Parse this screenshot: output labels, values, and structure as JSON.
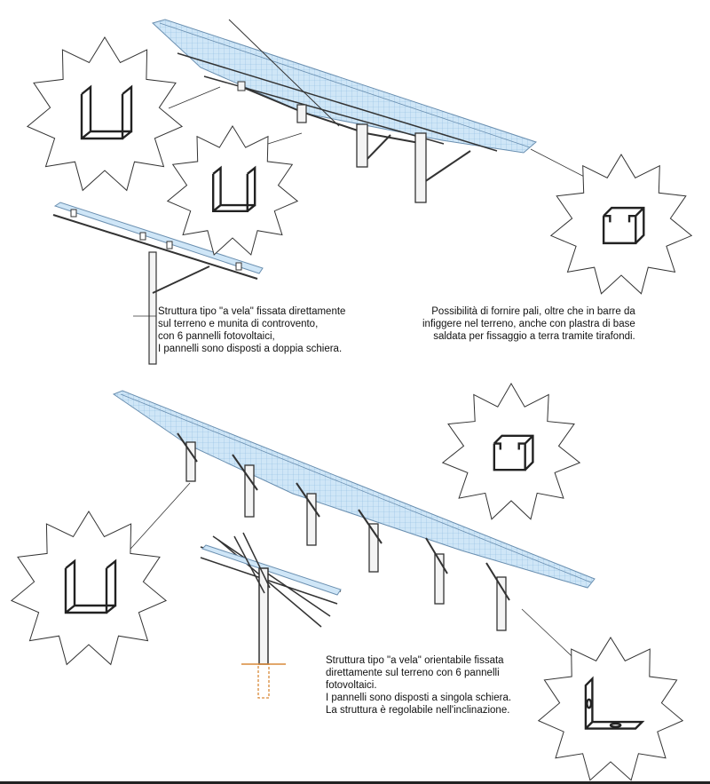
{
  "captions": {
    "top_left": [
      "Struttura tipo \"a vela\" fissata direttamente",
      "sul terreno e munita di controvento,",
      "con 6 pannelli fotovoltaici,",
      "I pannelli sono disposti a doppia schiera."
    ],
    "top_right": [
      "Possibilità di fornire pali, oltre che in barre da",
      "infiggere nel terreno, anche con plastra di base",
      "saldata per fissaggio a terra tramite tirafondi."
    ],
    "bottom": [
      "Struttura tipo \"a vela\" orientabile fissata",
      "direttamente sul terreno con 6 pannelli",
      "fotovoltaici.",
      "I pannelli sono disposti a singola schiera.",
      "La struttura è regolabile nell'inclinazione."
    ]
  },
  "colors": {
    "panel_fill": "#cfe6f7",
    "panel_grid": "#8fbce0",
    "structure": "#333333",
    "post_fill": "#f4f4f4",
    "foundation": "#d98a3a"
  },
  "profile_callouts": [
    {
      "name": "u-channel-profile",
      "shape": "U-channel"
    },
    {
      "name": "u-channel-profile",
      "shape": "U-channel"
    },
    {
      "name": "c-channel-profile",
      "shape": "C-channel with lips"
    },
    {
      "name": "c-channel-profile",
      "shape": "C-channel with lips"
    },
    {
      "name": "u-channel-profile",
      "shape": "U-channel"
    },
    {
      "name": "l-bracket-profile",
      "shape": "L-bracket with slots"
    }
  ]
}
